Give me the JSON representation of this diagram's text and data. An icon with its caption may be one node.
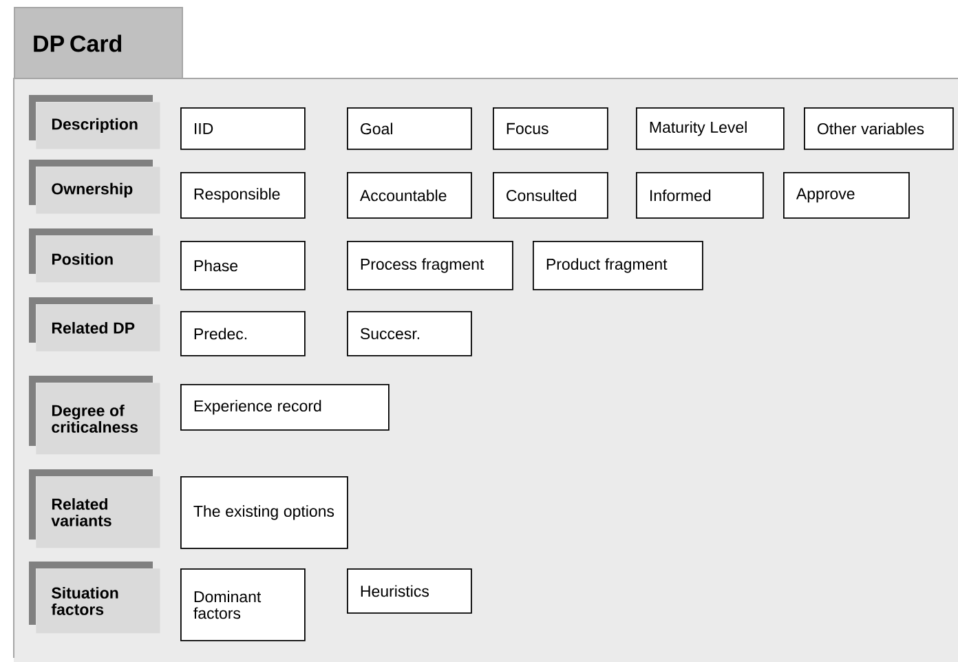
{
  "diagram": {
    "nodes": [
      {
        "text": [
          "DP Card"
        ]
      },
      {
        "text": [],
        "shape": "box"
      },
      {
        "text": [
          "Description"
        ],
        "in": 1
      },
      {
        "text": [
          "IID"
        ],
        "in": 1
      },
      {
        "text": [
          "Goal"
        ],
        "in": 1
      },
      {
        "text": [
          "Focus"
        ],
        "in": 1
      },
      {
        "text": [
          "Maturity Level"
        ],
        "in": 1
      },
      {
        "text": [
          "Other variables"
        ],
        "in": 1
      },
      {
        "text": [
          "Ownership"
        ],
        "in": 1
      },
      {
        "text": [
          "Responsible"
        ],
        "in": 1
      },
      {
        "text": [
          "Accountable"
        ],
        "in": 1
      },
      {
        "text": [
          "Consulted"
        ],
        "in": 1
      },
      {
        "text": [
          "Informed"
        ],
        "in": 1
      },
      {
        "text": [
          "Approve"
        ],
        "in": 1
      },
      {
        "text": [
          "Position"
        ],
        "in": 1
      },
      {
        "text": [
          "Phase"
        ],
        "in": 1
      },
      {
        "text": [
          "Process fragment"
        ],
        "in": 1
      },
      {
        "text": [
          "Product fragment"
        ],
        "in": 1
      },
      {
        "text": [
          "Related DP"
        ],
        "in": 1
      },
      {
        "text": [
          "Predec."
        ],
        "in": 1
      },
      {
        "text": [
          "Succesr."
        ],
        "in": 1
      },
      {
        "text": [
          "Degree of criticalness"
        ],
        "in": 1
      },
      {
        "text": [
          "Experience record"
        ],
        "in": 1
      },
      {
        "text": [
          "Related variants"
        ],
        "in": 1
      },
      {
        "text": [
          "The existing options"
        ],
        "in": 1
      },
      {
        "text": [
          "Situation factors"
        ],
        "in": 1
      },
      {
        "text": [
          "Dominant factors"
        ],
        "in": 1
      },
      {
        "text": [
          "Heuristics"
        ],
        "in": 1
      }
    ]
  }
}
